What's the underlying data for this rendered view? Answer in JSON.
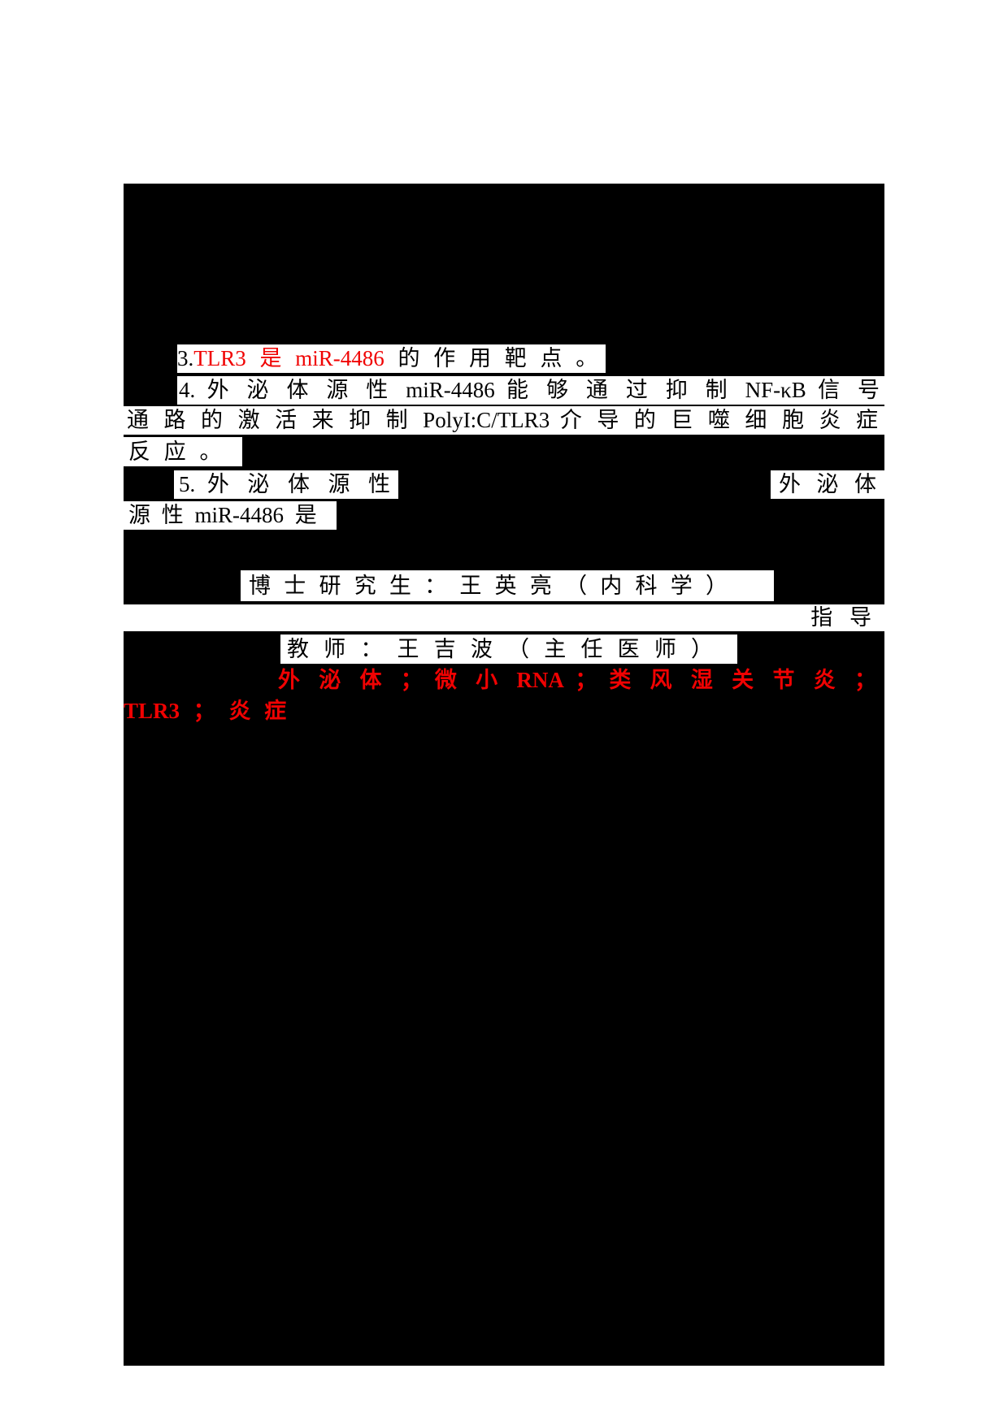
{
  "colors": {
    "page_background": "#ffffff",
    "redaction_block": "#000000",
    "highlight_strip": "#ffffff",
    "body_text": "#000000",
    "emphasis_red": "#f00202"
  },
  "abstract_findings": {
    "item3_prefix": "3.",
    "item3_red_segment": "TLR3 是 miR-4486",
    "item3_black_segment": "的 作 用 靶 点 。",
    "item4_line1": "4. 外 泌 体 源 性 miR-4486 能 够 通 过 抑 制 NF-κB 信 号",
    "item4_line2": "通 路 的 激 活 来 抑 制 PolyI:C/TLR3 介 导 的 巨 噬 细 胞 炎 症",
    "item4_line3": "反 应 。",
    "item5_line1_left": "5. 外 泌 体 源 性",
    "item5_line1_right": "外 泌 体",
    "item5_line2": "源 性 miR-4486 是"
  },
  "signature_block": {
    "student_line": "博 士 研 究 生 ： 王 英 亮 （ 内 科 学 ）",
    "supervisor_lead": "指 导",
    "supervisor_line": "教 师 ： 王 吉 波 （ 主 任 医 师 ）"
  },
  "keywords": {
    "line1": "外 泌 体 ； 微 小 RNA ； 类 风 湿 关 节 炎 ；",
    "line2": "TLR3 ；  炎 症"
  }
}
